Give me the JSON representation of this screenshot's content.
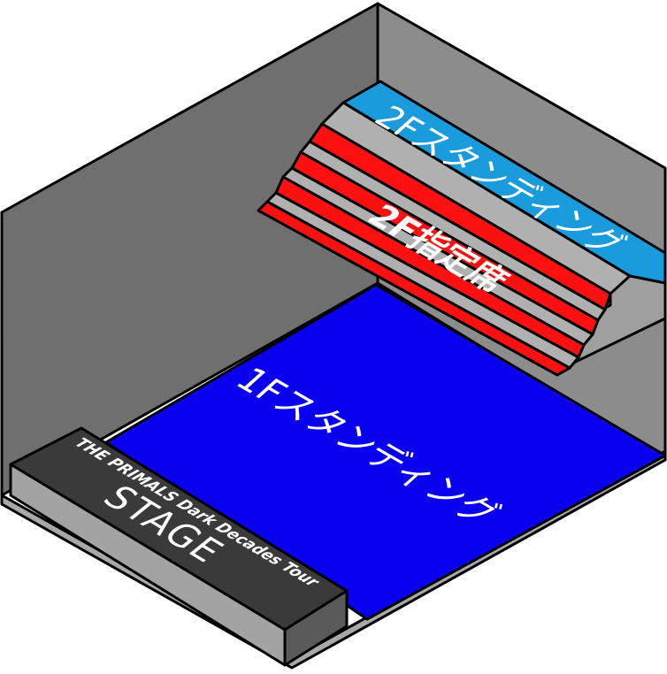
{
  "zones": {
    "floor2_standing": {
      "label": "2Fスタンディング",
      "color": "#1a9bdc"
    },
    "floor2_reserved": {
      "label": "2F指定席",
      "color": "#ff1010"
    },
    "floor1_standing": {
      "label": "1Fスタンディング",
      "color": "#0a00f0"
    }
  },
  "stage": {
    "tour_name": "THE PRIMALS Dark Decades Tour",
    "label": "STAGE",
    "color": "#3a3a3a"
  },
  "colors": {
    "wall_left": "#6f6f6f",
    "wall_back": "#8a8a8a",
    "wall_right": "#9a9a9a",
    "step_gray": "#b0b0b0"
  }
}
